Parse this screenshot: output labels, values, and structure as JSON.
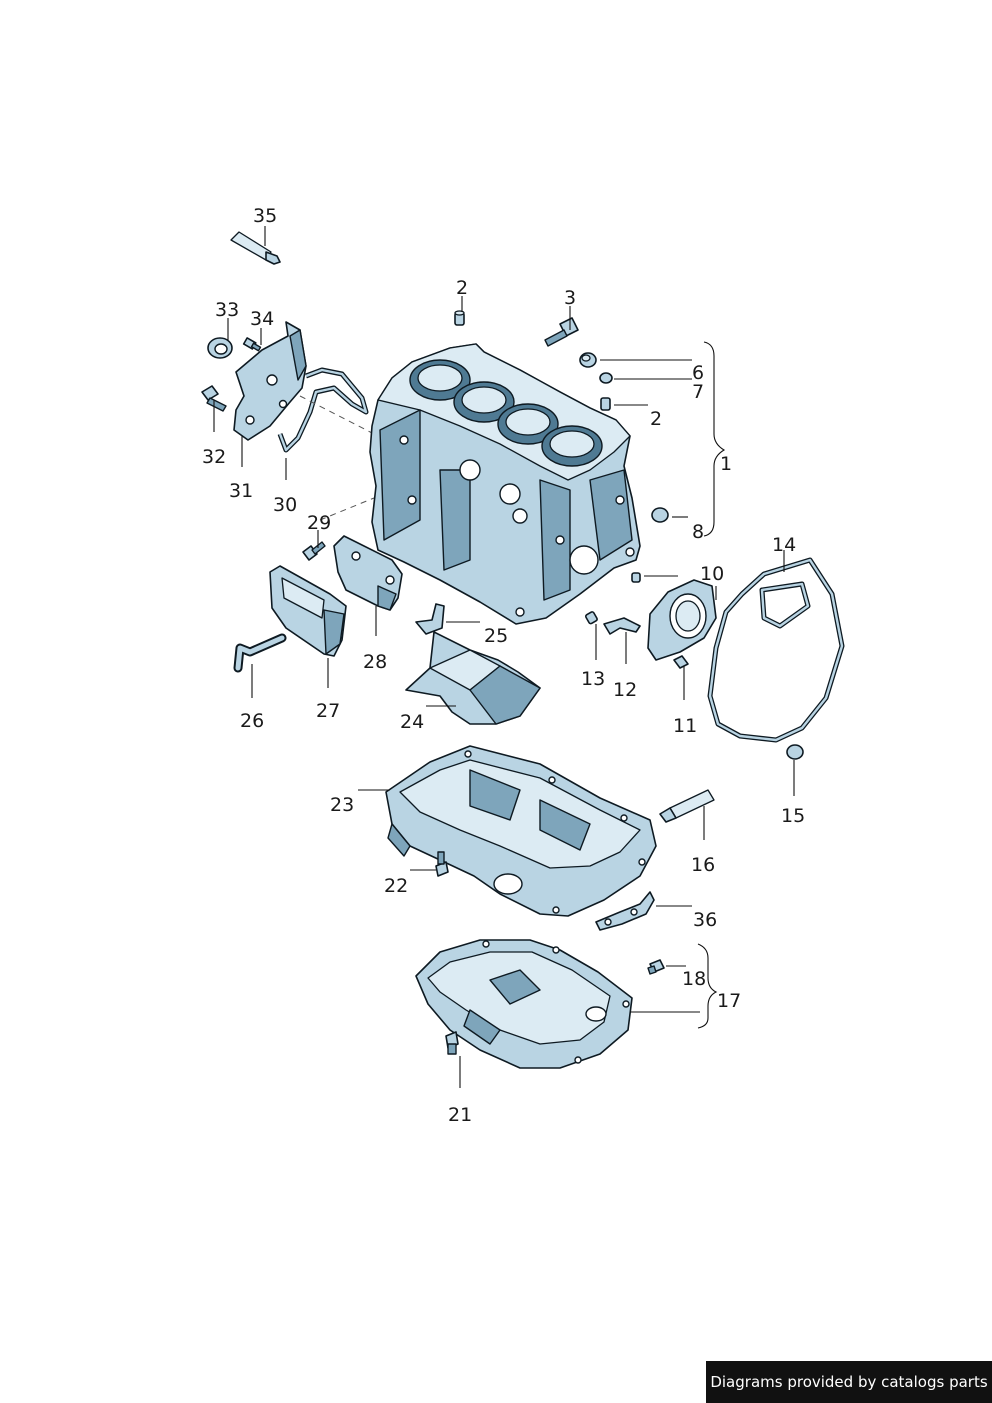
{
  "callouts": [
    {
      "id": "35",
      "text": "35"
    },
    {
      "id": "33",
      "text": "33"
    },
    {
      "id": "34",
      "text": "34"
    },
    {
      "id": "32",
      "text": "32"
    },
    {
      "id": "31",
      "text": "31"
    },
    {
      "id": "30",
      "text": "30"
    },
    {
      "id": "29",
      "text": "29"
    },
    {
      "id": "28",
      "text": "28"
    },
    {
      "id": "27",
      "text": "27"
    },
    {
      "id": "26",
      "text": "26"
    },
    {
      "id": "2a",
      "text": "2"
    },
    {
      "id": "3",
      "text": "3"
    },
    {
      "id": "6",
      "text": "6"
    },
    {
      "id": "7",
      "text": "7"
    },
    {
      "id": "2b",
      "text": "2"
    },
    {
      "id": "1",
      "text": "1"
    },
    {
      "id": "8",
      "text": "8"
    },
    {
      "id": "10",
      "text": "10"
    },
    {
      "id": "14",
      "text": "14"
    },
    {
      "id": "25",
      "text": "25"
    },
    {
      "id": "24",
      "text": "24"
    },
    {
      "id": "13",
      "text": "13"
    },
    {
      "id": "12",
      "text": "12"
    },
    {
      "id": "11",
      "text": "11"
    },
    {
      "id": "15",
      "text": "15"
    },
    {
      "id": "23",
      "text": "23"
    },
    {
      "id": "16",
      "text": "16"
    },
    {
      "id": "22",
      "text": "22"
    },
    {
      "id": "36",
      "text": "36"
    },
    {
      "id": "18",
      "text": "18"
    },
    {
      "id": "17",
      "text": "17"
    },
    {
      "id": "21",
      "text": "21"
    }
  ],
  "footer": {
    "text": "Diagrams provided by catalogs parts"
  },
  "colors": {
    "part_fill": "#b9d4e3",
    "part_shadow": "#7ea5bb",
    "outline": "#0e1a22",
    "footer_bg": "#111111",
    "footer_text": "#ffffff"
  }
}
